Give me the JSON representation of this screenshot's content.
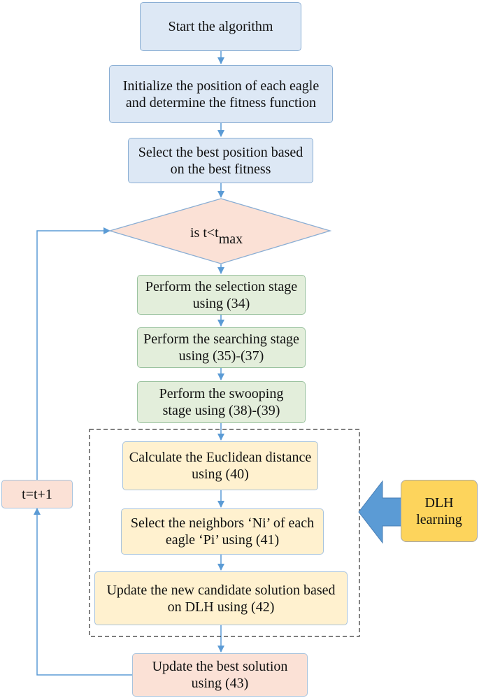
{
  "nodes": {
    "start": "Start the algorithm",
    "init": "Initialize  the position of each eagle and determine the fitness function",
    "select_best": "Select the best position based on the best fitness",
    "decision_prefix": "is t<t",
    "decision_sub": "max",
    "selection": "Perform the selection stage using (34)",
    "searching": "Perform the searching stage using (35)-(37)",
    "swooping": "Perform the swooping stage using (38)-(39)",
    "euclidean": "Calculate the Euclidean distance using (40)",
    "neighbors": "Select the neighbors ‘Ni’ of each eagle ‘Pi’ using (41)",
    "candidate": "Update the new candidate solution based on DLH using (42)",
    "update_best": "Update the best solution using (43)",
    "increment": "t=t+1",
    "dlh": "DLH learning"
  },
  "colors": {
    "blue_fill": "#dde8f5",
    "green_fill": "#e3eedb",
    "yellow_fill": "#fff1cf",
    "salmon_fill": "#fbe1d6",
    "gold_fill": "#fdd45c",
    "arrow_blue": "#5b9bd5",
    "connector": "#5b9bd5"
  }
}
